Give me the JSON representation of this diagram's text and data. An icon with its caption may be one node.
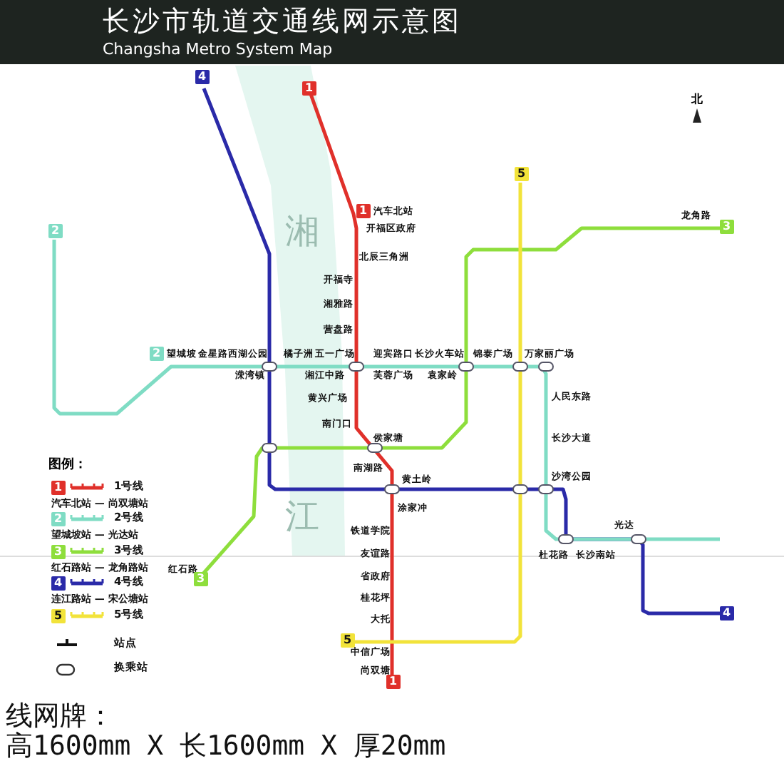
{
  "diagram": {
    "title": "长沙市轨道交通线网示意图",
    "labels": [
      "Changsha Metro System Map",
      "北",
      "4",
      "1",
      "1",
      "汽车北站",
      "开福区政府",
      "5",
      "北辰三角洲",
      "2",
      "3",
      "龙角路",
      "湘",
      "开福寺",
      "湘雅路",
      "营盘路",
      "2",
      "望城坡",
      "金星路",
      "西湖公园",
      "橘子洲",
      "五一广场",
      "迎宾路口",
      "长沙火车站",
      "锦泰广场",
      "万家丽广场",
      "溁湾镇",
      "湘江中路",
      "芙蓉广场",
      "袁家岭",
      "黄兴广场",
      "人民东路",
      "南门口",
      "侯家塘",
      "长沙大道",
      "图例：",
      "1",
      "汽车北站 — 尚双塘站",
      "南湖路",
      "黄土岭",
      "沙湾公园",
      "2",
      "望城坡站 — 光达站",
      "江",
      "涂家冲",
      "铁道学院",
      "光达",
      "3",
      "友谊路",
      "杜花路",
      "长沙南站",
      "红石路站 — 龙角路站",
      "红石路",
      "3",
      "省政府",
      "4",
      "连江路站 — 宋公塘站",
      "桂花坪",
      "5",
      "大托",
      "4",
      "5",
      "中信广场",
      "尚双塘",
      "1",
      "线网牌：",
      "高1600mm X 长1600mm X 厚20mm"
    ],
    "legend": [
      {
        "text": "1号线"
      },
      {
        "text": "2号线"
      },
      {
        "text": "3号线"
      },
      {
        "text": "4号线"
      },
      {
        "text": "5号线"
      },
      {
        "text": "站点"
      },
      {
        "text": "换乘站"
      }
    ]
  }
}
